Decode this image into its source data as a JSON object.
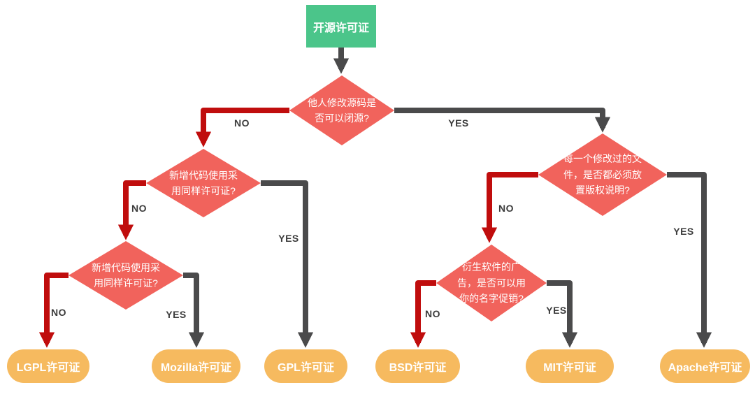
{
  "colors": {
    "start_fill": "#4BC58A",
    "decision_fill": "#F1635C",
    "result_fill": "#F6BA5F",
    "no_edge": "#C00D0D",
    "yes_edge": "#4A4A4B",
    "edge_label_text": "#3C3C3C",
    "node_text": "#FFFFFF",
    "background": "#FFFFFF"
  },
  "start_node": {
    "label": "开源许可证"
  },
  "decisions": {
    "q1": {
      "label": "他人修改源码是\n否可以闭源?"
    },
    "q2": {
      "label": "新增代码使用采\n用同样许可证?"
    },
    "q3": {
      "label": "新增代码使用采\n用同样许可证?"
    },
    "q4": {
      "label": "每一个修改过的文\n件，是否都必须放\n置版权说明?"
    },
    "q5": {
      "label": "衍生软件的广\n告，是否可以用\n你的名字促销?"
    }
  },
  "results": {
    "lgpl": {
      "label": "LGPL许可证"
    },
    "mozilla": {
      "label": "Mozilla许可证"
    },
    "gpl": {
      "label": "GPL许可证"
    },
    "bsd": {
      "label": "BSD许可证"
    },
    "mit": {
      "label": "MIT许可证"
    },
    "apache": {
      "label": "Apache许可证"
    }
  },
  "edges": {
    "q1_no": "NO",
    "q1_yes": "YES",
    "q2_no": "NO",
    "q2_yes": "YES",
    "q3_no": "NO",
    "q3_yes": "YES",
    "q4_no": "NO",
    "q4_yes": "YES",
    "q5_no": "NO",
    "q5_yes": "YES"
  }
}
